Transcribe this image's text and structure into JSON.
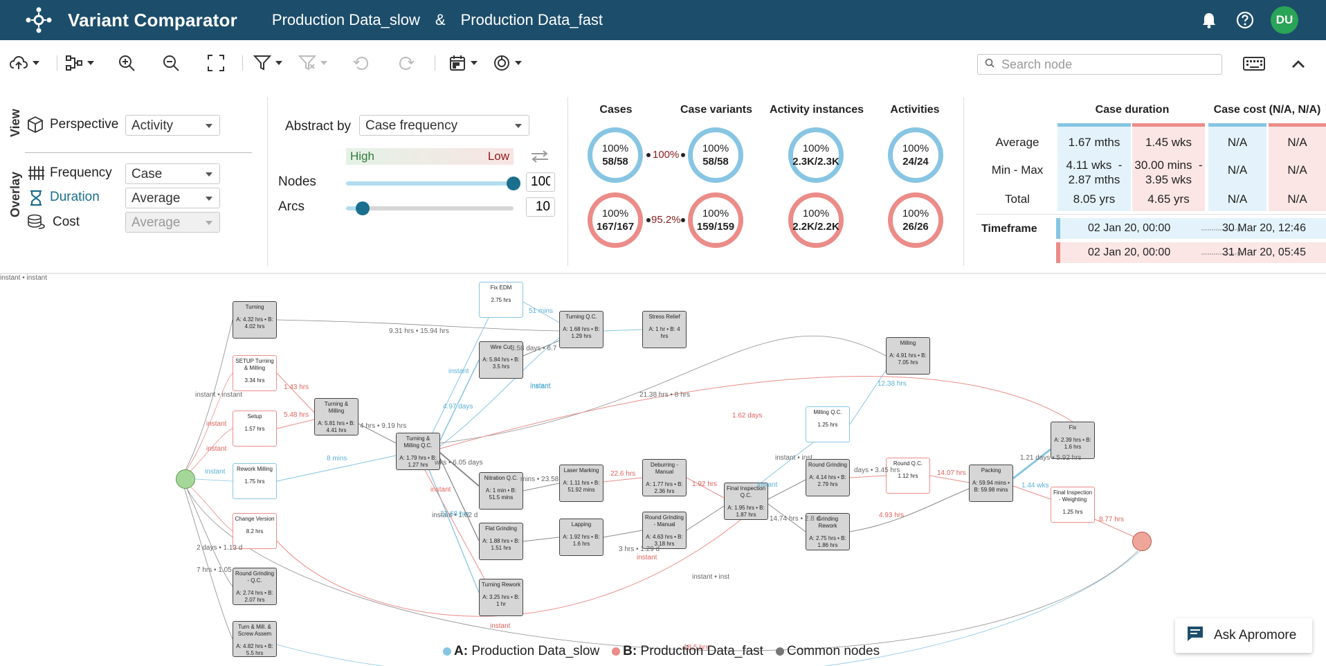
{
  "header": {
    "app_title": "Variant Comparator",
    "variant_a": "Production Data_slow",
    "amp": "&",
    "variant_b": "Production Data_fast",
    "avatar": "DU"
  },
  "toolbar": {
    "icons": [
      "cloud-upload-icon",
      "layout-icon",
      "zoom-in-icon",
      "zoom-out-icon",
      "fit-screen-icon",
      "filter-icon",
      "clear-filter-icon",
      "undo-icon",
      "redo-icon",
      "calendar-icon",
      "animation-icon"
    ],
    "search_placeholder": "Search node"
  },
  "panel": {
    "view_label": "View",
    "overlay_label": "Overlay",
    "perspective_label": "Perspective",
    "perspective_value": "Activity",
    "frequency_label": "Frequency",
    "frequency_value": "Case",
    "duration_label": "Duration",
    "duration_value": "Average",
    "cost_label": "Cost",
    "cost_value": "Average",
    "abstract_label": "Abstract by",
    "abstract_value": "Case frequency",
    "high": "High",
    "low": "Low",
    "nodes_label": "Nodes",
    "nodes_value": "100",
    "nodes_level": 1.0,
    "arcs_label": "Arcs",
    "arcs_value": "10",
    "arcs_level": 0.1
  },
  "stats": {
    "headers": [
      "Cases",
      "Case variants",
      "Activity instances",
      "Activities"
    ],
    "a": [
      [
        "100%",
        "58/58"
      ],
      [
        "100%",
        "58/58"
      ],
      [
        "100%",
        "2.3K/2.3K"
      ],
      [
        "100%",
        "24/24"
      ]
    ],
    "b": [
      [
        "100%",
        "167/167"
      ],
      [
        "100%",
        "159/159"
      ],
      [
        "100%",
        "2.2K/2.2K"
      ],
      [
        "100%",
        "26/26"
      ]
    ],
    "link_a": "100%",
    "link_b": "95.2%"
  },
  "kpis": {
    "duration_header": "Case duration",
    "cost_header": "Case cost (N/A, N/A)",
    "rows": [
      {
        "label": "Average",
        "a": "1.67 mths",
        "b": "1.45 wks",
        "ca": "N/A",
        "cb": "N/A"
      },
      {
        "label": "Min - Max",
        "a": "4.11 wks  -\n2.87 mths",
        "b": "30.00 mins  -\n3.95 wks",
        "ca": "N/A",
        "cb": "N/A"
      },
      {
        "label": "Total",
        "a": "8.05 yrs",
        "b": "4.65 yrs",
        "ca": "N/A",
        "cb": "N/A"
      }
    ],
    "timeframe_label": "Timeframe",
    "tf_a_start": "02 Jan 20, 00:00",
    "tf_a_end": "30 Mar 20, 12:46",
    "tf_b_start": "02 Jan 20, 00:00",
    "tf_b_end": "31 Mar 20, 05:45"
  },
  "colors": {
    "header_bg": "#1c4e6b",
    "variant_a": "#87c5e3",
    "variant_b": "#eb8c89",
    "common": "#777777",
    "accent": "#1a6f8e"
  },
  "graph": {
    "nodes": [
      {
        "id": "turning",
        "title": "Turning",
        "info": "A: 4.32 hrs • B: 4.02 hrs",
        "kind": "c"
      },
      {
        "id": "setup_tm",
        "title": "SETUP Turning & Milling",
        "info": "3.34 hrs",
        "kind": "b"
      },
      {
        "id": "setup",
        "title": "Setup",
        "info": "1.57 hrs",
        "kind": "b"
      },
      {
        "id": "rework_milling",
        "title": "Rework Milling",
        "info": "1.75 hrs",
        "kind": "a"
      },
      {
        "id": "change_version",
        "title": "Change Version",
        "info": "8.2 hrs",
        "kind": "b"
      },
      {
        "id": "round_grinding_qc",
        "title": "Round Grinding - Q.C.",
        "info": "A: 2.74 hrs • B: 2.07 hrs",
        "kind": "c"
      },
      {
        "id": "turn_mill_screw",
        "title": "Turn & Mill. & Screw Assem",
        "info": "A: 4.82 hrs • B: 5.5 hrs",
        "kind": "c"
      },
      {
        "id": "turning_milling",
        "title": "Turning & Milling",
        "info": "A: 5.81 hrs • B: 4.41 hrs",
        "kind": "c"
      },
      {
        "id": "tm_qc",
        "title": "Turning & Milling Q.C.",
        "info": "A: 1.79 hrs • B: 1.27 hrs",
        "kind": "c"
      },
      {
        "id": "fix_edm",
        "title": "Fix EDM",
        "info": "2.75 hrs",
        "kind": "a"
      },
      {
        "id": "wire_cut",
        "title": "Wire Cut",
        "info": "A: 5.84 hrs • B: 3.5 hrs",
        "kind": "c"
      },
      {
        "id": "turning_qc",
        "title": "Turning Q.C.",
        "info": "A: 1.68 hrs • B: 1.29 hrs",
        "kind": "c"
      },
      {
        "id": "stress_relief",
        "title": "Stress Relief",
        "info": "A: 1 hr • B: 4 hrs",
        "kind": "c"
      },
      {
        "id": "nitration_qc",
        "title": "Nitration Q.C.",
        "info": "A: 1 min • B: 51.5 mins",
        "kind": "c"
      },
      {
        "id": "laser_marking",
        "title": "Laser Marking",
        "info": "A: 1.11 hrs • B: 51.92 mins",
        "kind": "c"
      },
      {
        "id": "deburring",
        "title": "Deburring - Manual",
        "info": "A: 1.77 hrs • B: 2.36 hrs",
        "kind": "c"
      },
      {
        "id": "flat_grinding",
        "title": "Flat Grinding",
        "info": "A: 1.88 hrs • B: 1.51 hrs",
        "kind": "c"
      },
      {
        "id": "lapping",
        "title": "Lapping",
        "info": "A: 1.92 hrs • B: 1.6 hrs",
        "kind": "c"
      },
      {
        "id": "round_grinding_manual",
        "title": "Round Grinding - Manual",
        "info": "A: 4.63 hrs • B: 3.18 hrs",
        "kind": "c"
      },
      {
        "id": "turning_rework",
        "title": "Turning Rework",
        "info": "A: 3.25 hrs • B: 1 hr",
        "kind": "c"
      },
      {
        "id": "final_insp_qc",
        "title": "Final Inspection Q.C.",
        "info": "A: 1.95 hrs • B: 1.87 hrs",
        "kind": "c"
      },
      {
        "id": "milling",
        "title": "Milling",
        "info": "A: 4.91 hrs • B: 7.05 hrs",
        "kind": "c"
      },
      {
        "id": "milling_qc",
        "title": "Milling Q.C.",
        "info": "1.25 hrs",
        "kind": "a"
      },
      {
        "id": "round_grinding",
        "title": "Round Grinding",
        "info": "A: 4.14 hrs • B: 2.79 hrs",
        "kind": "c"
      },
      {
        "id": "grinding_rework",
        "title": "Grinding Rework",
        "info": "A: 2.75 hrs • B: 1.86 hrs",
        "kind": "c"
      },
      {
        "id": "round_qc",
        "title": "Round Q.C.",
        "info": "1.12 hrs",
        "kind": "b"
      },
      {
        "id": "packing",
        "title": "Packing",
        "info": "A: 59.94 mins • B: 59.98 mins",
        "kind": "c"
      },
      {
        "id": "fix",
        "title": "Fix",
        "info": "A: 2.39 hrs • B: 1.6 hrs",
        "kind": "c"
      },
      {
        "id": "final_insp_weight",
        "title": "Final Inspection - Weighting",
        "info": "1.25 hrs",
        "kind": "b"
      }
    ],
    "edge_labels": [
      {
        "t": "9.31 hrs • 15.94 hrs",
        "k": "c"
      },
      {
        "t": "51 mins",
        "k": "a"
      },
      {
        "t": "instant",
        "k": "a"
      },
      {
        "t": "3.58 days • 6.7",
        "k": "c"
      },
      {
        "t": "instant",
        "k": "a"
      },
      {
        "t": "instant",
        "k": "a"
      },
      {
        "t": "4.97 days",
        "k": "a"
      },
      {
        "t": "21.38 hrs • 8 hrs",
        "k": "c"
      },
      {
        "t": "12.38 hrs",
        "k": "a"
      },
      {
        "t": "1.62 days",
        "k": "b"
      },
      {
        "t": "1.43 hrs",
        "k": "b"
      },
      {
        "t": "instant • instant",
        "k": "c"
      },
      {
        "t": "5.48 hrs",
        "k": "b"
      },
      {
        "t": "instant",
        "k": "b"
      },
      {
        "t": "4 hrs • 9.19 hrs",
        "k": "c"
      },
      {
        "t": "instant",
        "k": "b"
      },
      {
        "t": "8 mins",
        "k": "a"
      },
      {
        "t": "instant",
        "k": "a"
      },
      {
        "t": "wks • 6.05 days",
        "k": "c"
      },
      {
        "t": "mins • 23.58",
        "k": "c"
      },
      {
        "t": "22.6 hrs",
        "k": "b"
      },
      {
        "t": "1.92 hrs",
        "k": "b"
      },
      {
        "t": "instant",
        "k": "b"
      },
      {
        "t": "instant • 1.62 d",
        "k": "c"
      },
      {
        "t": "23.68 hrs",
        "k": "a"
      },
      {
        "t": "instant",
        "k": "b"
      },
      {
        "t": "instant • inst",
        "k": "c"
      },
      {
        "t": "3 hrs • 1.29 d",
        "k": "c"
      },
      {
        "t": "7 hrs • 1.05",
        "k": "c"
      },
      {
        "t": "2 days • 1.13 d",
        "k": "c"
      },
      {
        "t": "instant • inst",
        "k": "c"
      },
      {
        "t": "instant",
        "k": "a"
      },
      {
        "t": "14.74 hrs • 2.8 d",
        "k": "c"
      },
      {
        "t": "days • 3.45 hrs",
        "k": "c"
      },
      {
        "t": "14.07 hrs",
        "k": "b"
      },
      {
        "t": "4.93 hrs",
        "k": "b"
      },
      {
        "t": "1.21 days • 5.92 hrs",
        "k": "c"
      },
      {
        "t": "1.44 wks",
        "k": "a"
      },
      {
        "t": "8.77 hrs",
        "k": "b"
      },
      {
        "t": "instant",
        "k": "b"
      },
      {
        "t": "18.5 hrs",
        "k": "b"
      },
      {
        "t": "instant • instant",
        "k": "c"
      }
    ]
  },
  "legend": {
    "a_prefix": "A:",
    "a_name": "Production Data_slow",
    "b_prefix": "B:",
    "b_name": "Production Data_fast",
    "common": "Common nodes"
  },
  "ask_button": "Ask Apromore"
}
